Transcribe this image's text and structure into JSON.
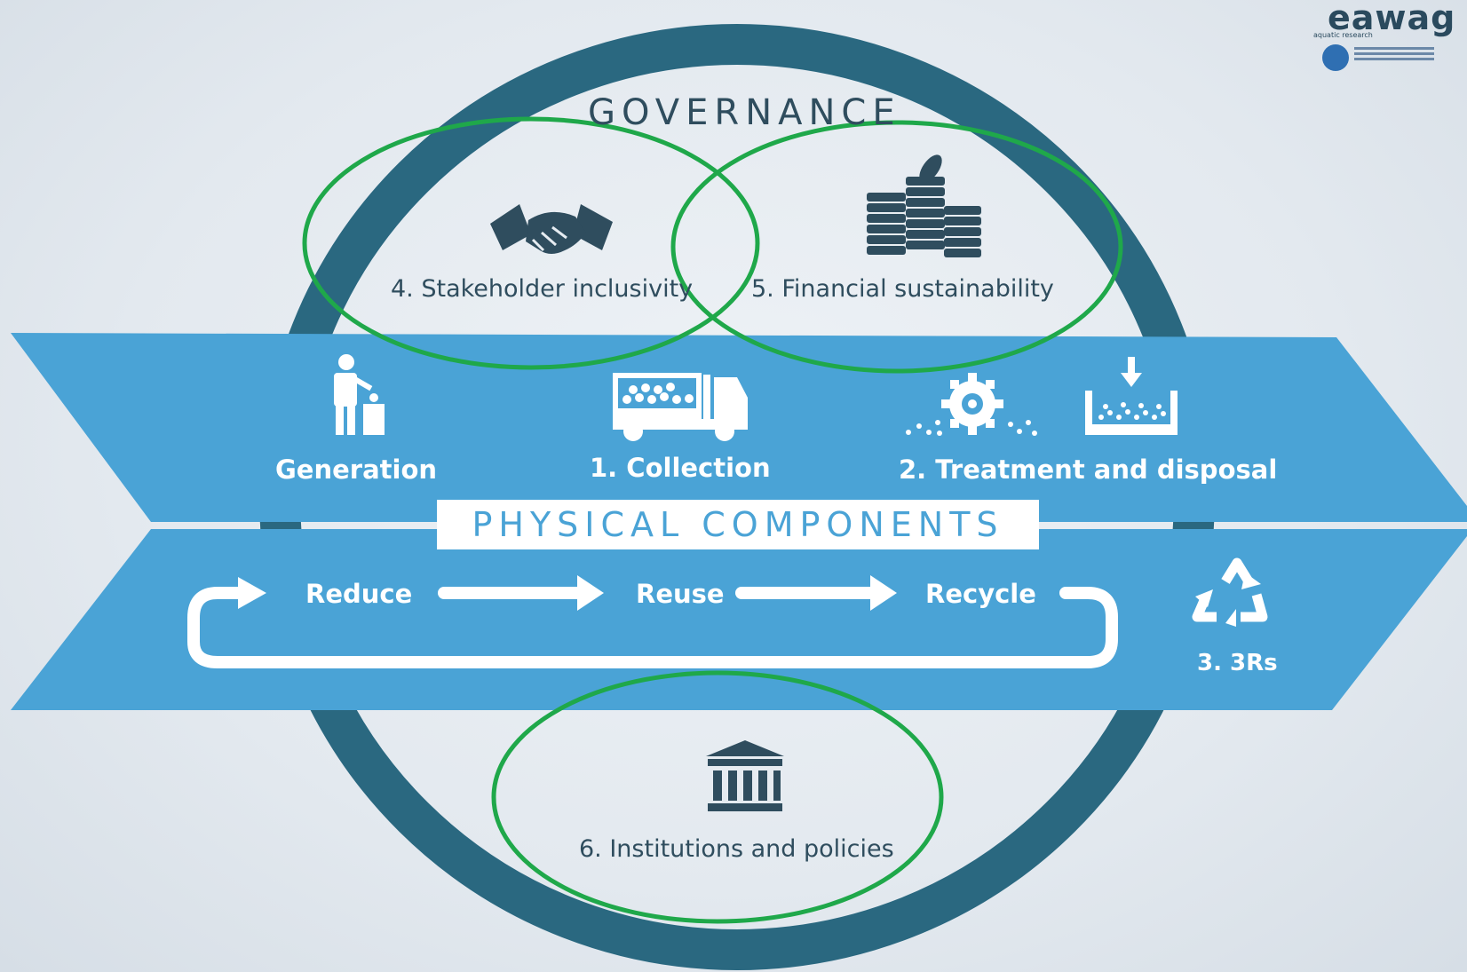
{
  "diagram": {
    "governance_title": "GOVERNANCE",
    "physical_title": "PHYSICAL COMPONENTS",
    "governance_items": [
      {
        "label": "4. Stakeholder inclusivity",
        "icon": "handshake-icon"
      },
      {
        "label": "5. Financial sustainability",
        "icon": "coins-icon"
      },
      {
        "label": "6. Institutions and policies",
        "icon": "institution-icon"
      }
    ],
    "physical_items": [
      {
        "label": "Generation",
        "icon": "person-bin-icon"
      },
      {
        "label": "1. Collection",
        "icon": "truck-icon"
      },
      {
        "label": "2. Treatment and disposal",
        "icon": "treatment-icon"
      }
    ],
    "three_rs": [
      "Reduce",
      "Reuse",
      "Recycle"
    ],
    "three_rs_label": "3. 3Rs"
  },
  "logo": {
    "name": "eawag",
    "subtitle": "aquatic research"
  },
  "colors": {
    "circle": "#2a6880",
    "band": "#4aa3d6",
    "band_light": "#5db0de",
    "highlight": "#1fa84a",
    "governance_text": "#2f4d5e"
  }
}
